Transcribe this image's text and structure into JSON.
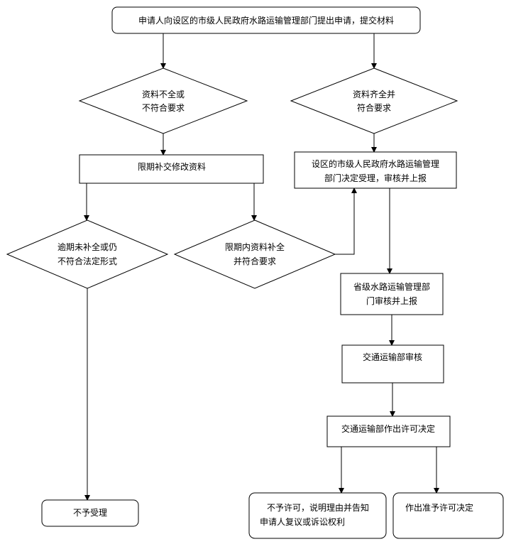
{
  "nodes": {
    "apply": {
      "text": "申请人向设区的市级人民政府水路运输管理部门提出申请，提交材料"
    },
    "incomplete": {
      "line1": "资料不全或",
      "line2": "不符合要求"
    },
    "complete": {
      "line1": "资料齐全并",
      "line2": "符合要求"
    },
    "deadline_fix": {
      "text": "限期补交修改资料"
    },
    "city_accept": {
      "line1": "设区的市级人民政府水路运输管理",
      "line2": "部门决定受理，审核并上报"
    },
    "overdue": {
      "line1": "逾期未补全或仍",
      "line2": "不符合法定形式"
    },
    "within_deadline": {
      "line1": "限期内资料补全",
      "line2": "并符合要求"
    },
    "province_review": {
      "line1": "省级水路运输管理部",
      "line2": "门审核并上报"
    },
    "ministry_review": {
      "text": "交通运输部审核"
    },
    "ministry_decide": {
      "text": "交通运输部作出许可决定"
    },
    "not_accepted": {
      "text": "不予受理"
    },
    "denied": {
      "line1": "不予许可，说明理由并告知",
      "line2": "申请人复议或诉讼权利"
    },
    "granted": {
      "text": "作出准予许可决定"
    }
  }
}
